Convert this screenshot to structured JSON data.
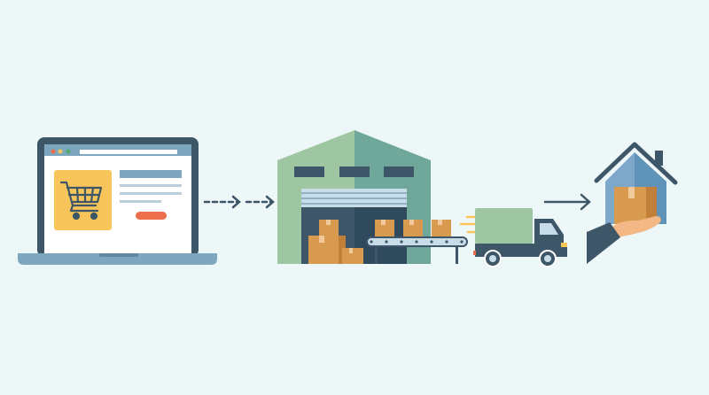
{
  "scene": {
    "steps": [
      {
        "name": "online-order",
        "icon": "laptop-cart-icon"
      },
      {
        "name": "warehouse-fulfillment",
        "icon": "warehouse-icon"
      },
      {
        "name": "shipping",
        "icon": "delivery-truck-icon"
      },
      {
        "name": "home-delivery",
        "icon": "house-hand-package-icon"
      }
    ],
    "connectors": [
      "dashed-arrow-icon",
      "dashed-arrow-icon",
      "arrow-icon"
    ]
  },
  "colors": {
    "background": "#eef7f8",
    "dark_slate": "#3d5668",
    "steel_blue": "#7fa6bf",
    "yellow": "#f7c55a",
    "orange": "#ec6e4a",
    "box": "#d89a4e",
    "box_dark": "#c27f3a",
    "green_light": "#9fc6a3",
    "green_teal": "#6fa89a",
    "house_blue": "#7ea8c9"
  }
}
